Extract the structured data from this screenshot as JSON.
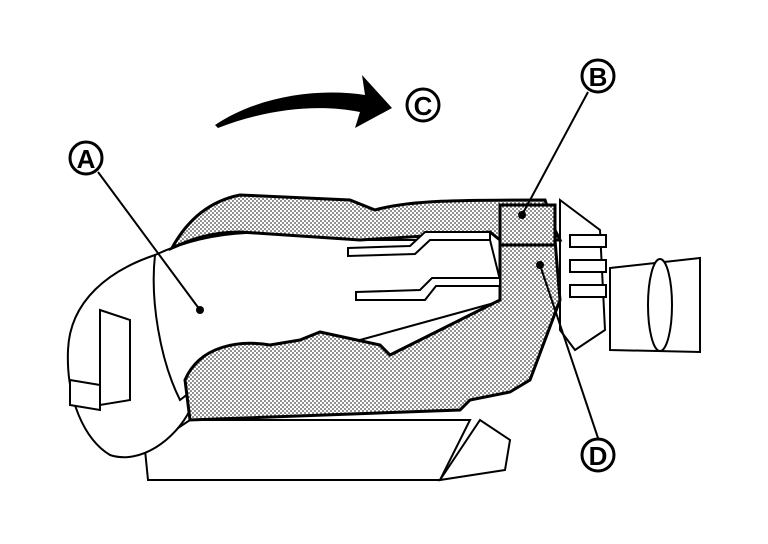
{
  "diagram": {
    "callouts": [
      {
        "id": "A",
        "label": "A"
      },
      {
        "id": "B",
        "label": "B"
      },
      {
        "id": "C",
        "label": "C"
      },
      {
        "id": "D",
        "label": "D"
      }
    ],
    "colors": {
      "ink": "#000000",
      "background": "#ffffff",
      "stipple": "#9a9a9a"
    }
  }
}
